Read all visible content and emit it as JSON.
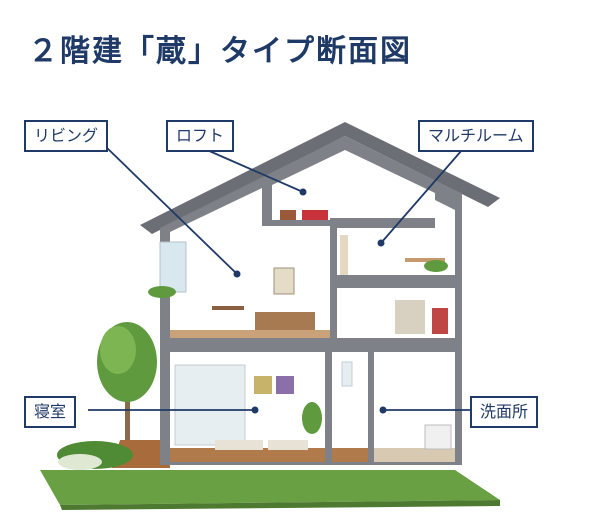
{
  "title": "２階建「蔵」タイプ断面図",
  "labels": {
    "living": "リビング",
    "loft": "ロフト",
    "multi_room": "マルチルーム",
    "bedroom": "寝室",
    "washroom": "洗面所"
  }
}
